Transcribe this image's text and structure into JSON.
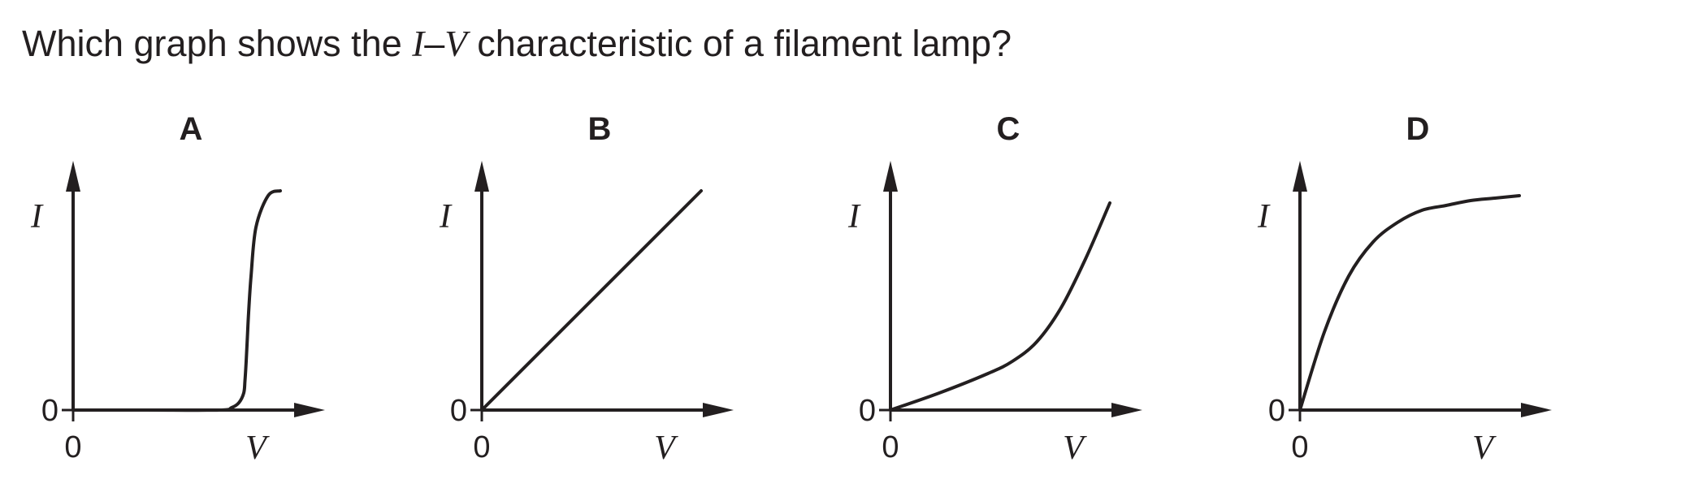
{
  "question": {
    "prefix": "Which graph shows the ",
    "var_i": "I",
    "dash": "–",
    "var_v": "V",
    "suffix": " characteristic of a filament lamp?"
  },
  "chart_data": [
    {
      "type": "line",
      "panel": "A",
      "xlabel": "V",
      "ylabel": "I",
      "x_tick": "0",
      "y_tick": "0",
      "series": [
        {
          "x": [
            0,
            0.3,
            0.6,
            0.65,
            0.68,
            0.7,
            0.705,
            0.71,
            0.715,
            0.72,
            0.73,
            0.75,
            0.8,
            0.85
          ],
          "values": [
            0,
            0,
            0,
            0.01,
            0.03,
            0.07,
            0.12,
            0.2,
            0.3,
            0.4,
            0.55,
            0.75,
            0.88,
            0.9
          ]
        }
      ]
    },
    {
      "type": "line",
      "panel": "B",
      "xlabel": "V",
      "ylabel": "I",
      "x_tick": "0",
      "y_tick": "0",
      "series": [
        {
          "x": [
            0,
            0.9
          ],
          "values": [
            0,
            0.9
          ]
        }
      ]
    },
    {
      "type": "line",
      "panel": "C",
      "xlabel": "V",
      "ylabel": "I",
      "x_tick": "0",
      "y_tick": "0",
      "series": [
        {
          "x": [
            0,
            0.2,
            0.4,
            0.5,
            0.6,
            0.7,
            0.8,
            0.9
          ],
          "values": [
            0,
            0.07,
            0.15,
            0.2,
            0.28,
            0.42,
            0.62,
            0.85
          ]
        }
      ]
    },
    {
      "type": "line",
      "panel": "D",
      "xlabel": "V",
      "ylabel": "I",
      "x_tick": "0",
      "y_tick": "0",
      "series": [
        {
          "x": [
            0,
            0.1,
            0.2,
            0.3,
            0.4,
            0.5,
            0.6,
            0.7,
            0.8,
            0.9
          ],
          "values": [
            0,
            0.32,
            0.55,
            0.69,
            0.77,
            0.82,
            0.84,
            0.86,
            0.87,
            0.88
          ]
        }
      ]
    }
  ]
}
